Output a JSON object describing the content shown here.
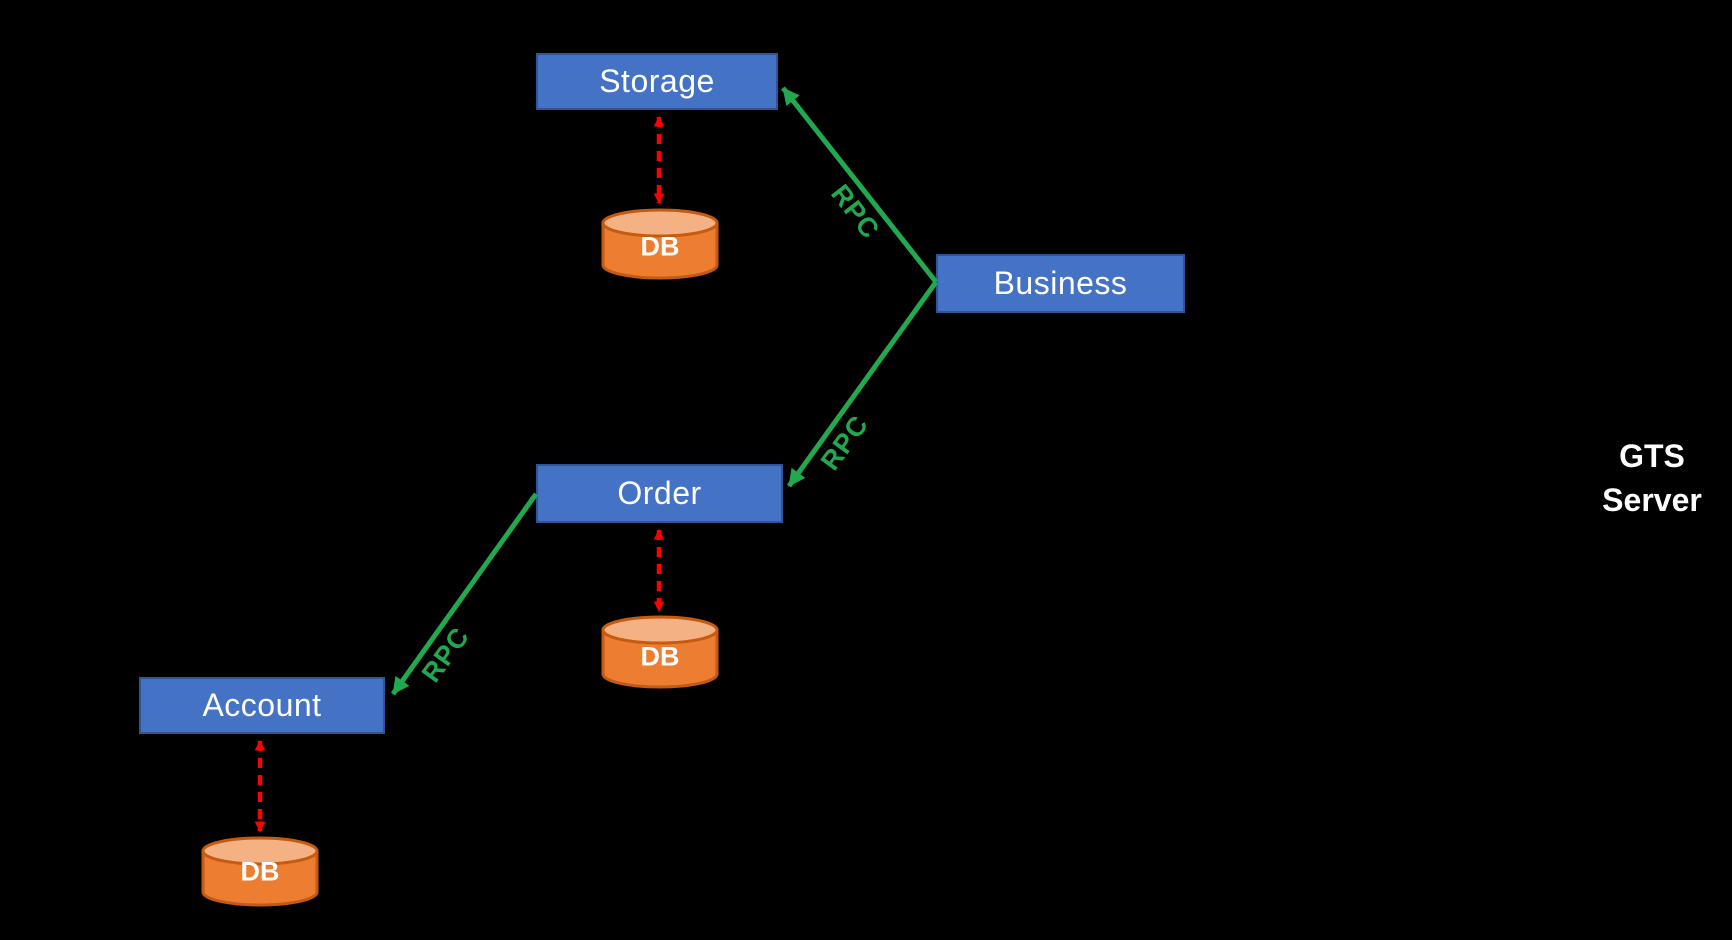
{
  "diagram": {
    "nodes": [
      {
        "id": "storage",
        "label": "Storage"
      },
      {
        "id": "business",
        "label": "Business"
      },
      {
        "id": "order",
        "label": "Order"
      },
      {
        "id": "account",
        "label": "Account"
      }
    ],
    "databases": [
      {
        "id": "storage-db",
        "label": "DB"
      },
      {
        "id": "order-db",
        "label": "DB"
      },
      {
        "id": "account-db",
        "label": "DB"
      }
    ],
    "rpc_edges": [
      {
        "from": "business",
        "to": "storage",
        "label": "RPC"
      },
      {
        "from": "business",
        "to": "order",
        "label": "RPC"
      },
      {
        "from": "order",
        "to": "account",
        "label": "RPC"
      }
    ],
    "gts_server": {
      "line1": "GTS",
      "line2": "Server"
    },
    "colors": {
      "background": "#000000",
      "node_fill": "#4472C4",
      "node_border": "#2F5597",
      "node_text": "#FFFFFF",
      "db_body": "#ED7D31",
      "db_top": "#F4B183",
      "db_border": "#C55A11",
      "rpc_green": "#21A94F",
      "db_arrow_red": "#FF0000",
      "gts_text": "#FFFFFF"
    }
  }
}
